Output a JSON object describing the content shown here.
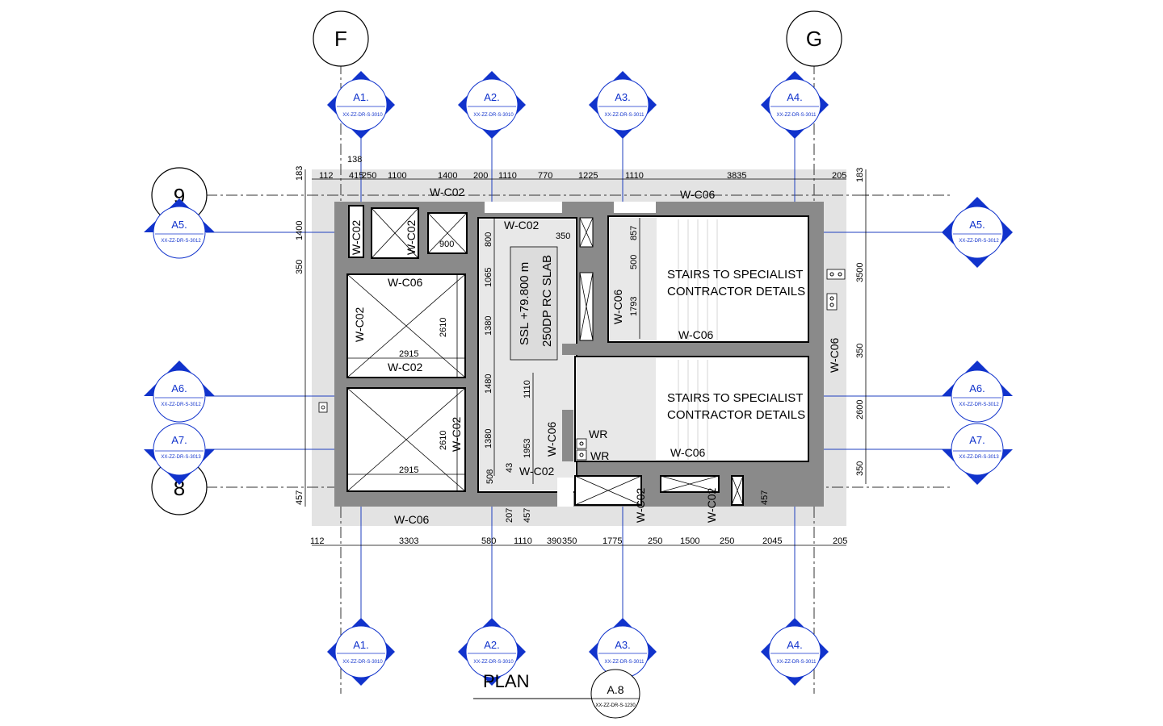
{
  "grid": {
    "f_label": "F",
    "g_label": "G",
    "row9_label": "9",
    "row8_label": "8"
  },
  "sections": [
    {
      "id": "A1.",
      "ref": "XX-ZZ-DR-S-3010"
    },
    {
      "id": "A2.",
      "ref": "XX-ZZ-DR-S-3010"
    },
    {
      "id": "A3.",
      "ref": "XX-ZZ-DR-S-3011"
    },
    {
      "id": "A4.",
      "ref": "XX-ZZ-DR-S-3011"
    },
    {
      "id": "A5.",
      "ref": "XX-ZZ-DR-S-3012"
    },
    {
      "id": "A6.",
      "ref": "XX-ZZ-DR-S-3012"
    },
    {
      "id": "A7.",
      "ref": "XX-ZZ-DR-S-3013"
    }
  ],
  "title": {
    "label": "PLAN",
    "view_id": "A.8",
    "view_ref": "XX-ZZ-DR-S-1230"
  },
  "dims": {
    "top": [
      "112",
      "415",
      "250",
      "1100",
      "1400",
      "200",
      "1110",
      "770",
      "1225",
      "1110",
      "3835",
      "205"
    ],
    "top_extra": "138",
    "bottom": [
      "112",
      "3303",
      "580",
      "1110",
      "390",
      "350",
      "1775",
      "250",
      "1500",
      "250",
      "2045",
      "205"
    ],
    "left": [
      "183",
      "1400",
      "350",
      "457"
    ],
    "right": [
      "183",
      "3500",
      "350",
      "2600",
      "350"
    ],
    "inner_col": [
      "800",
      "1065",
      "1380",
      "1480",
      "1380"
    ],
    "misc": {
      "d900": "900",
      "d350": "350",
      "d857": "857",
      "d500": "500",
      "d1793": "1793",
      "d2610a": "2610",
      "d2915a": "2915",
      "d2610b": "2610",
      "d2915b": "2915",
      "d1110": "1110",
      "d1953": "1953",
      "d43": "43",
      "d508": "508",
      "d207": "207",
      "d457a": "457",
      "d457b": "457"
    }
  },
  "walls": {
    "wc02_top": "W-C02",
    "wc06_top": "W-C06",
    "wc02_lobby": "W-C02",
    "wc02_left": "W-C02",
    "wc02_shaft": "W-C02",
    "wc06_lift1": "W-C06",
    "wc02_lift1_side": "W-C02",
    "wc02_lift1_bottom": "W-C02",
    "wc02_lift2_side": "W-C02",
    "wc06_stair_wall": "W-C06",
    "wc06_stair1": "W-C06",
    "wc06_right": "W-C06",
    "wc06_mid": "W-C06",
    "wc02_bottom_mid": "W-C02",
    "wc06_stair2": "W-C06",
    "wc06_bottom": "W-C06",
    "wc02_bottom_a": "W-C02",
    "wc02_bottom_b": "W-C02",
    "wr1": "WR",
    "wr2": "WR"
  },
  "notes": {
    "stairs1_line1": "STAIRS TO SPECIALIST",
    "stairs1_line2": "CONTRACTOR DETAILS",
    "stairs2_line1": "STAIRS TO SPECIALIST",
    "stairs2_line2": "CONTRACTOR DETAILS",
    "slab_line1": "SSL +79.800 m",
    "slab_line2": "250DP RC SLAB"
  },
  "colors": {
    "section_marker": "#1133cc",
    "wall": "#8a8a8a",
    "background_zone": "#e3e3e3"
  }
}
